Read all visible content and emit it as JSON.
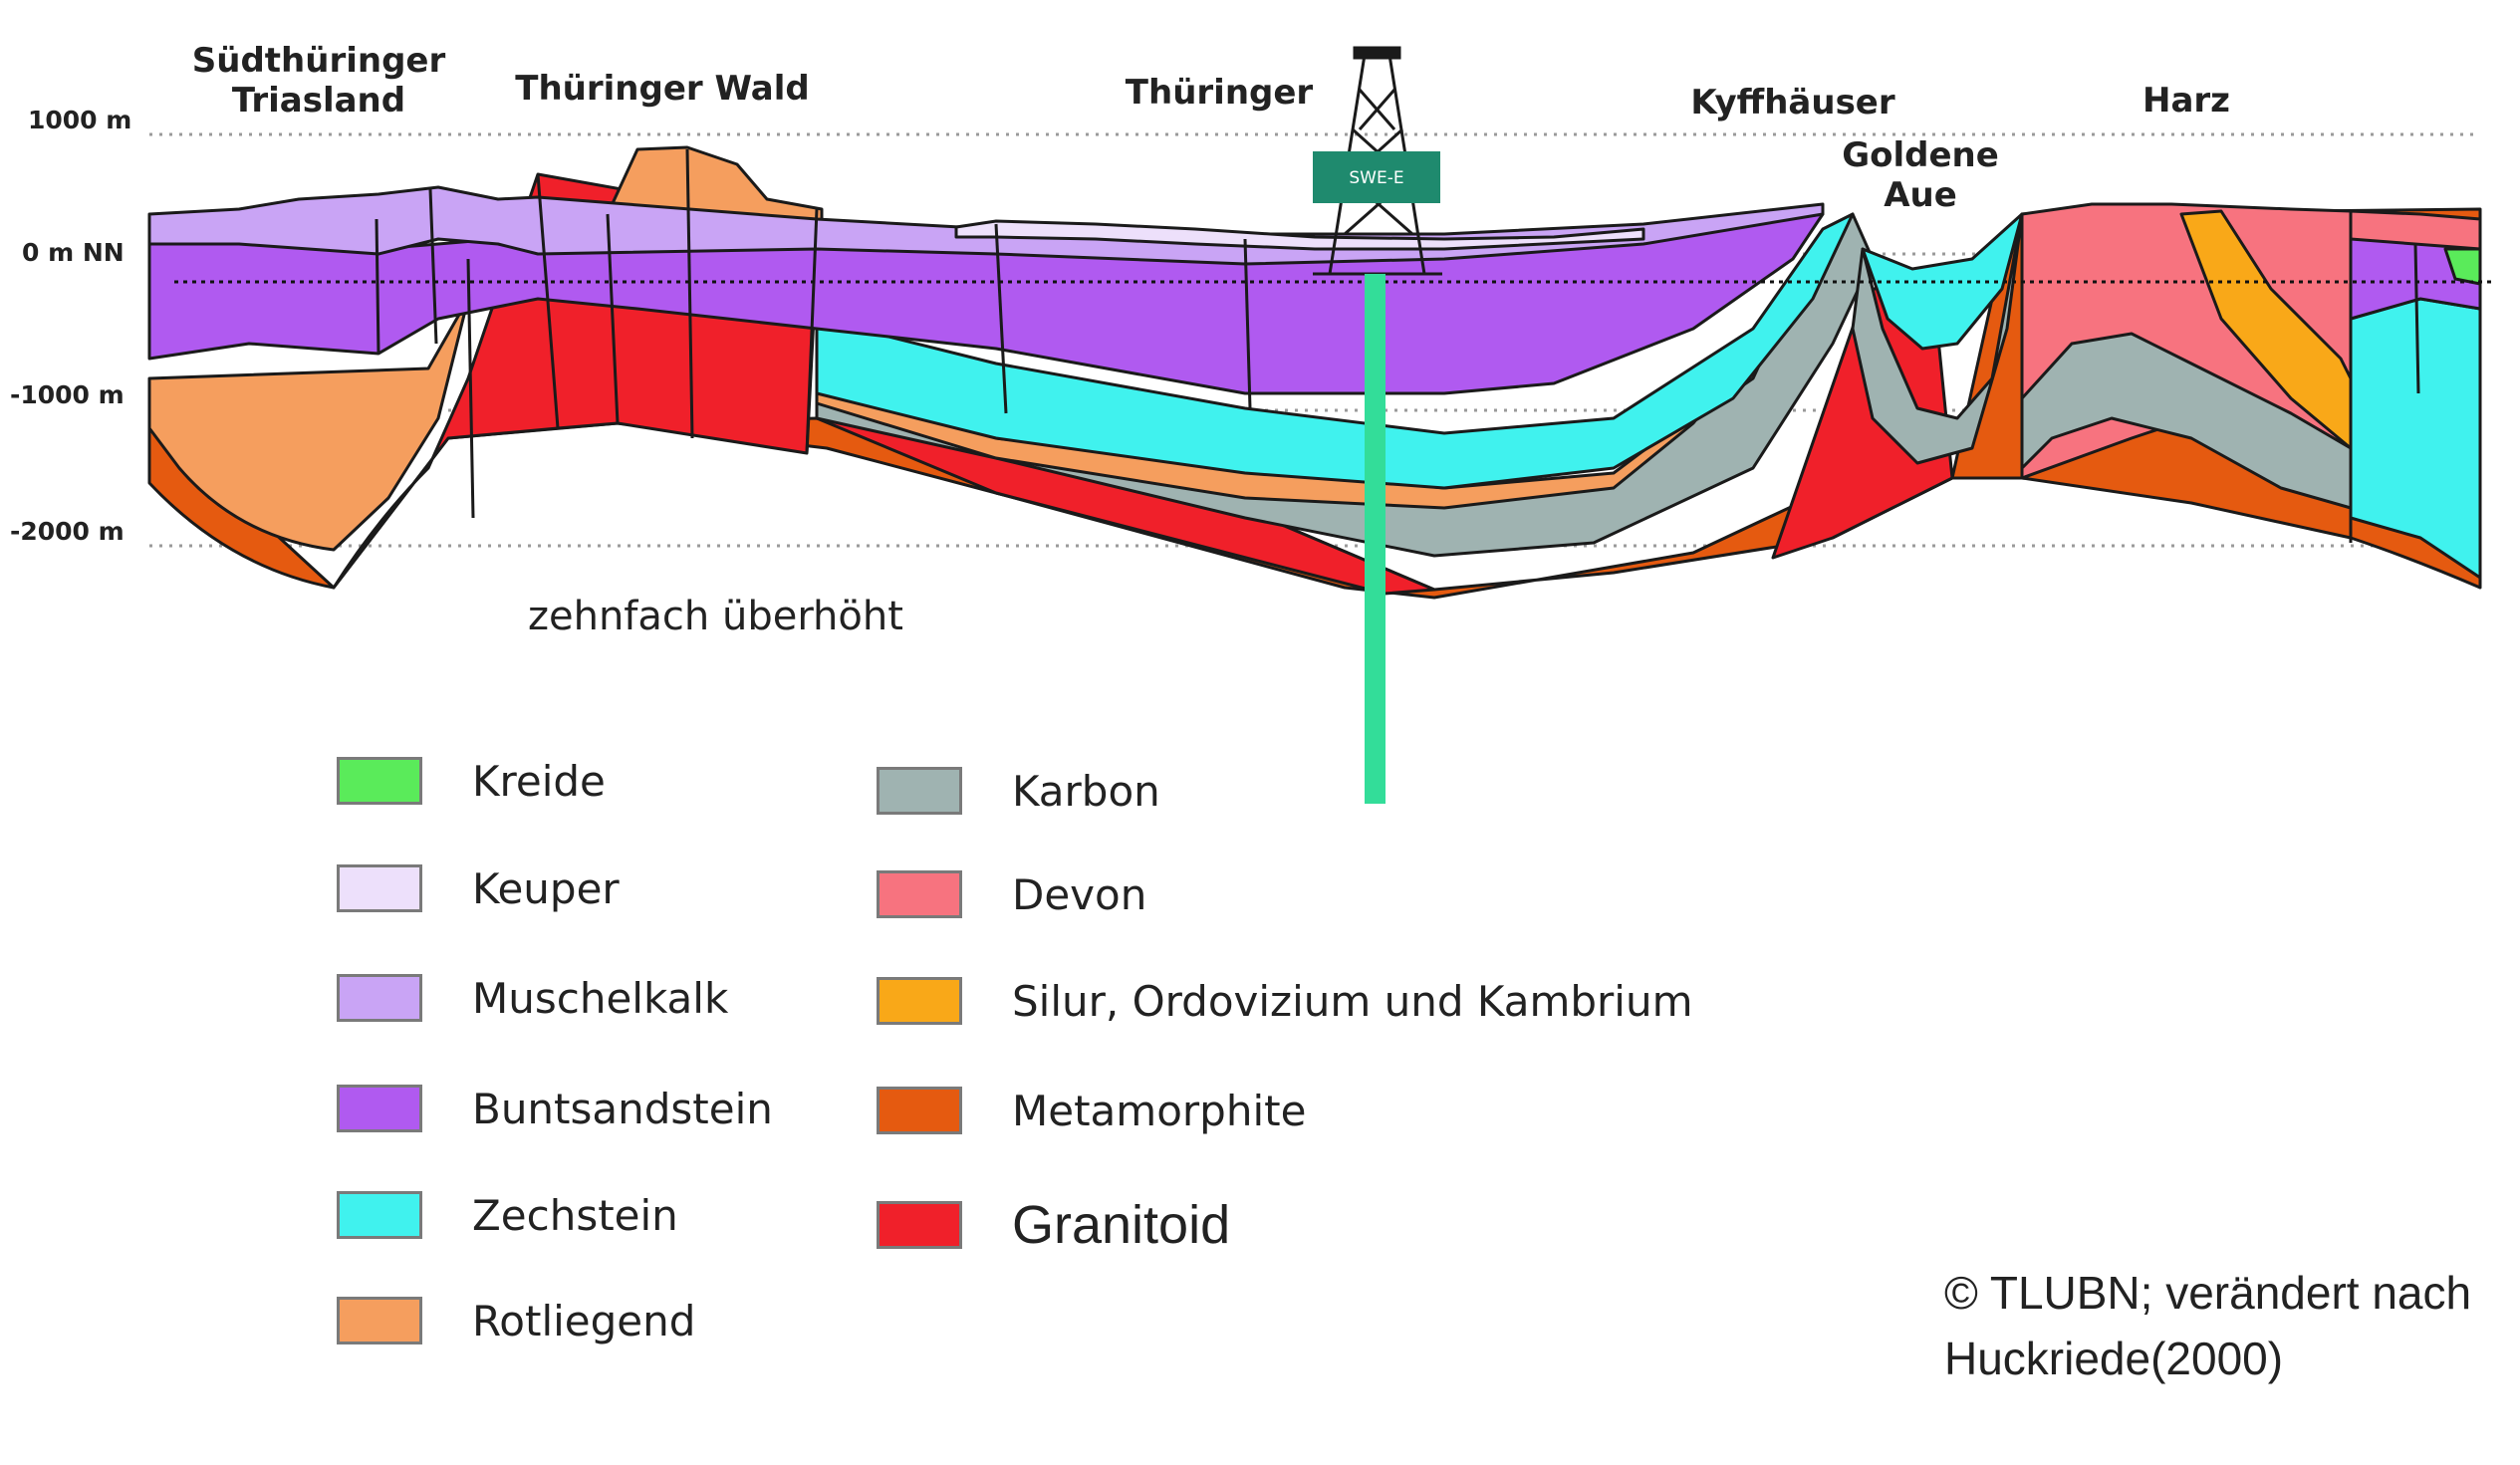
{
  "diagram": {
    "depth_labels": [
      "1000 m",
      "0 m NN",
      "-1000 m",
      "-2000 m"
    ],
    "regions": [
      {
        "lines": [
          "Südthüringer",
          "Triasland"
        ]
      },
      {
        "lines": [
          "Thüringer Wald"
        ]
      },
      {
        "lines": [
          "Thüringer"
        ]
      },
      {
        "lines": [
          "Kyffhäuser"
        ]
      },
      {
        "lines": [
          "Goldene",
          "Aue"
        ]
      },
      {
        "lines": [
          "Harz"
        ]
      }
    ],
    "exaggeration_note": "zehnfach überhöht",
    "rig_label": "SWE-E",
    "well_color": "#33dd99"
  },
  "legend": {
    "left": [
      {
        "label": "Kreide",
        "color": "#5aeb5a"
      },
      {
        "label": "Keuper",
        "color": "#ede0fb"
      },
      {
        "label": "Muschelkalk",
        "color": "#c9a4f5"
      },
      {
        "label": "Buntsandstein",
        "color": "#b05af0"
      },
      {
        "label": "Zechstein",
        "color": "#40f2ee"
      },
      {
        "label": "Rotliegend",
        "color": "#f59e5e"
      }
    ],
    "right": [
      {
        "label": "Karbon",
        "color": "#9fb3b1"
      },
      {
        "label": "Devon",
        "color": "#f7737f"
      },
      {
        "label": "Silur, Ordovizium und Kambrium",
        "color": "#f9a818"
      },
      {
        "label": "Metamorphite",
        "color": "#e55a10"
      },
      {
        "label": "Granitoid",
        "color": "#f0202a"
      }
    ]
  },
  "credit": {
    "line1": "© TLUBN; verändert nach",
    "line2": "Huckriede(2000)"
  }
}
